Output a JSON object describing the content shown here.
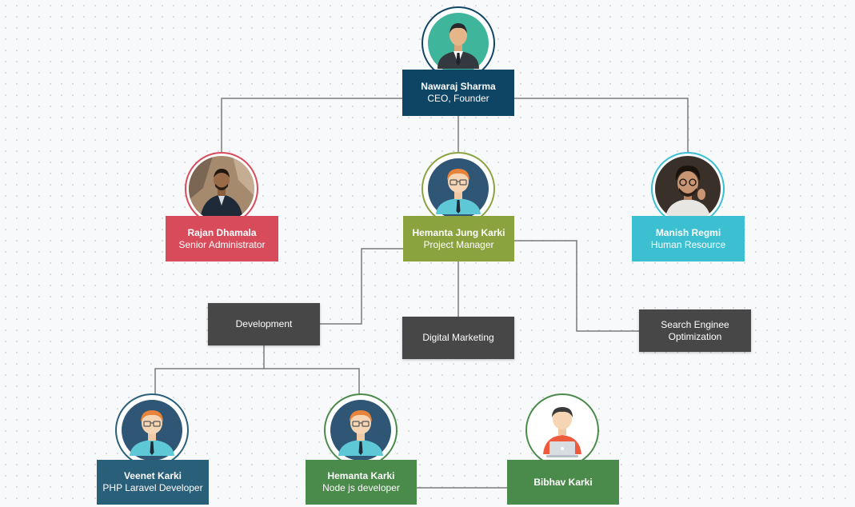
{
  "chart": {
    "ceo": {
      "name": "Nawaraj Sharma",
      "role": "CEO, Founder",
      "color": "#0f4564"
    },
    "admin": {
      "name": "Rajan Dhamala",
      "role": "Senior Administrator",
      "color": "#d74b5a"
    },
    "pm": {
      "name": "Hemanta Jung Karki",
      "role": "Project Manager",
      "color": "#8aa33f"
    },
    "hr": {
      "name": "Manish Regmi",
      "role": "Human Resource",
      "color": "#3bbfd1"
    },
    "departments": {
      "development": "Development",
      "digital_marketing": "Digital Marketing",
      "seo": "Search Enginee\nOptimization",
      "color": "#474747"
    },
    "php_dev": {
      "name": "Veenet Karki",
      "role": "PHP Laravel Developer",
      "color": "#2a5f7a"
    },
    "node_dev": {
      "name": "Hemanta Karki",
      "role": "Node js developer",
      "color": "#4a8a4a"
    },
    "intern": {
      "name": "Bibhav Karki",
      "role": "",
      "color": "#4a8a4a"
    }
  }
}
